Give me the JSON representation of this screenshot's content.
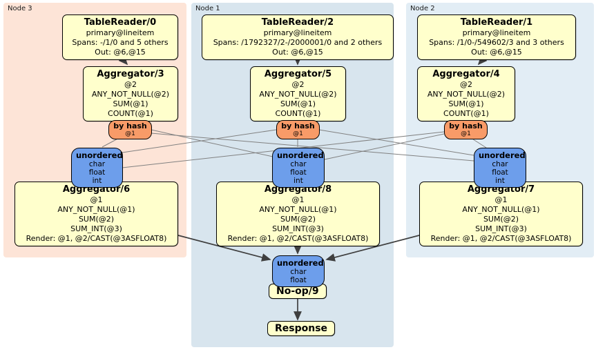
{
  "regions": {
    "node3": {
      "label": "Node 3"
    },
    "node1": {
      "label": "Node 1"
    },
    "node2": {
      "label": "Node 2"
    }
  },
  "nodes": {
    "tr0": {
      "title": "TableReader/0",
      "lines": [
        "primary@lineitem",
        "Spans: -/1/0 and 5 others",
        "Out: @6,@15"
      ]
    },
    "tr2": {
      "title": "TableReader/2",
      "lines": [
        "primary@lineitem",
        "Spans: /1792327/2-/2000001/0 and 2 others",
        "Out: @6,@15"
      ]
    },
    "tr1": {
      "title": "TableReader/1",
      "lines": [
        "primary@lineitem",
        "Spans: /1/0-/549602/3 and 3 others",
        "Out: @6,@15"
      ]
    },
    "agg3": {
      "title": "Aggregator/3",
      "lines": [
        "@2",
        "ANY_NOT_NULL(@2)",
        "SUM(@1)",
        "COUNT(@1)"
      ]
    },
    "agg5": {
      "title": "Aggregator/5",
      "lines": [
        "@2",
        "ANY_NOT_NULL(@2)",
        "SUM(@1)",
        "COUNT(@1)"
      ]
    },
    "agg4": {
      "title": "Aggregator/4",
      "lines": [
        "@2",
        "ANY_NOT_NULL(@2)",
        "SUM(@1)",
        "COUNT(@1)"
      ]
    },
    "router3": {
      "title": "by hash",
      "lines": [
        "@1"
      ]
    },
    "router5": {
      "title": "by hash",
      "lines": [
        "@1"
      ]
    },
    "router4": {
      "title": "by hash",
      "lines": [
        "@1"
      ]
    },
    "sync_n3": {
      "title": "unordered",
      "lines": [
        "char",
        "float",
        "int"
      ]
    },
    "sync_n1": {
      "title": "unordered",
      "lines": [
        "char",
        "float",
        "int"
      ]
    },
    "sync_n2": {
      "title": "unordered",
      "lines": [
        "char",
        "float",
        "int"
      ]
    },
    "agg6": {
      "title": "Aggregator/6",
      "lines": [
        "@1",
        "ANY_NOT_NULL(@1)",
        "SUM(@2)",
        "SUM_INT(@3)",
        "Render: @1, @2/CAST(@3ASFLOAT8)"
      ]
    },
    "agg8": {
      "title": "Aggregator/8",
      "lines": [
        "@1",
        "ANY_NOT_NULL(@1)",
        "SUM(@2)",
        "SUM_INT(@3)",
        "Render: @1, @2/CAST(@3ASFLOAT8)"
      ]
    },
    "agg7": {
      "title": "Aggregator/7",
      "lines": [
        "@1",
        "ANY_NOT_NULL(@1)",
        "SUM(@2)",
        "SUM_INT(@3)",
        "Render: @1, @2/CAST(@3ASFLOAT8)"
      ]
    },
    "sync_final": {
      "title": "unordered",
      "lines": [
        "char",
        "float"
      ]
    },
    "noop": {
      "title": "No-op/9"
    },
    "response": {
      "title": "Response"
    }
  },
  "edges": [
    {
      "from": "TableReader/0",
      "to": "Aggregator/3",
      "type": "arrow"
    },
    {
      "from": "TableReader/2",
      "to": "Aggregator/5",
      "type": "arrow"
    },
    {
      "from": "TableReader/1",
      "to": "Aggregator/4",
      "type": "arrow"
    },
    {
      "from": "by hash (Node 3)",
      "to": "unordered (Node 3)",
      "type": "wire"
    },
    {
      "from": "by hash (Node 3)",
      "to": "unordered (Node 1)",
      "type": "wire"
    },
    {
      "from": "by hash (Node 3)",
      "to": "unordered (Node 2)",
      "type": "wire"
    },
    {
      "from": "by hash (Node 1)",
      "to": "unordered (Node 3)",
      "type": "wire"
    },
    {
      "from": "by hash (Node 1)",
      "to": "unordered (Node 1)",
      "type": "wire"
    },
    {
      "from": "by hash (Node 1)",
      "to": "unordered (Node 2)",
      "type": "wire"
    },
    {
      "from": "by hash (Node 2)",
      "to": "unordered (Node 3)",
      "type": "wire"
    },
    {
      "from": "by hash (Node 2)",
      "to": "unordered (Node 1)",
      "type": "wire"
    },
    {
      "from": "by hash (Node 2)",
      "to": "unordered (Node 2)",
      "type": "wire"
    },
    {
      "from": "Aggregator/6",
      "to": "unordered (final)",
      "type": "arrow"
    },
    {
      "from": "Aggregator/8",
      "to": "unordered (final)",
      "type": "arrow"
    },
    {
      "from": "Aggregator/7",
      "to": "unordered (final)",
      "type": "arrow"
    },
    {
      "from": "No-op/9",
      "to": "Response",
      "type": "arrow"
    }
  ],
  "colors": {
    "plan_box_fill": "#ffffcc",
    "router_fill": "#f89b68",
    "sync_fill": "#6d9eeb",
    "region_node3_fill": "#fde4d7",
    "region_node1_fill": "#d8e5ee",
    "region_node2_fill": "#e2edf5",
    "wire_stroke": "#808080",
    "arrow_stroke": "#3f3f3f"
  }
}
